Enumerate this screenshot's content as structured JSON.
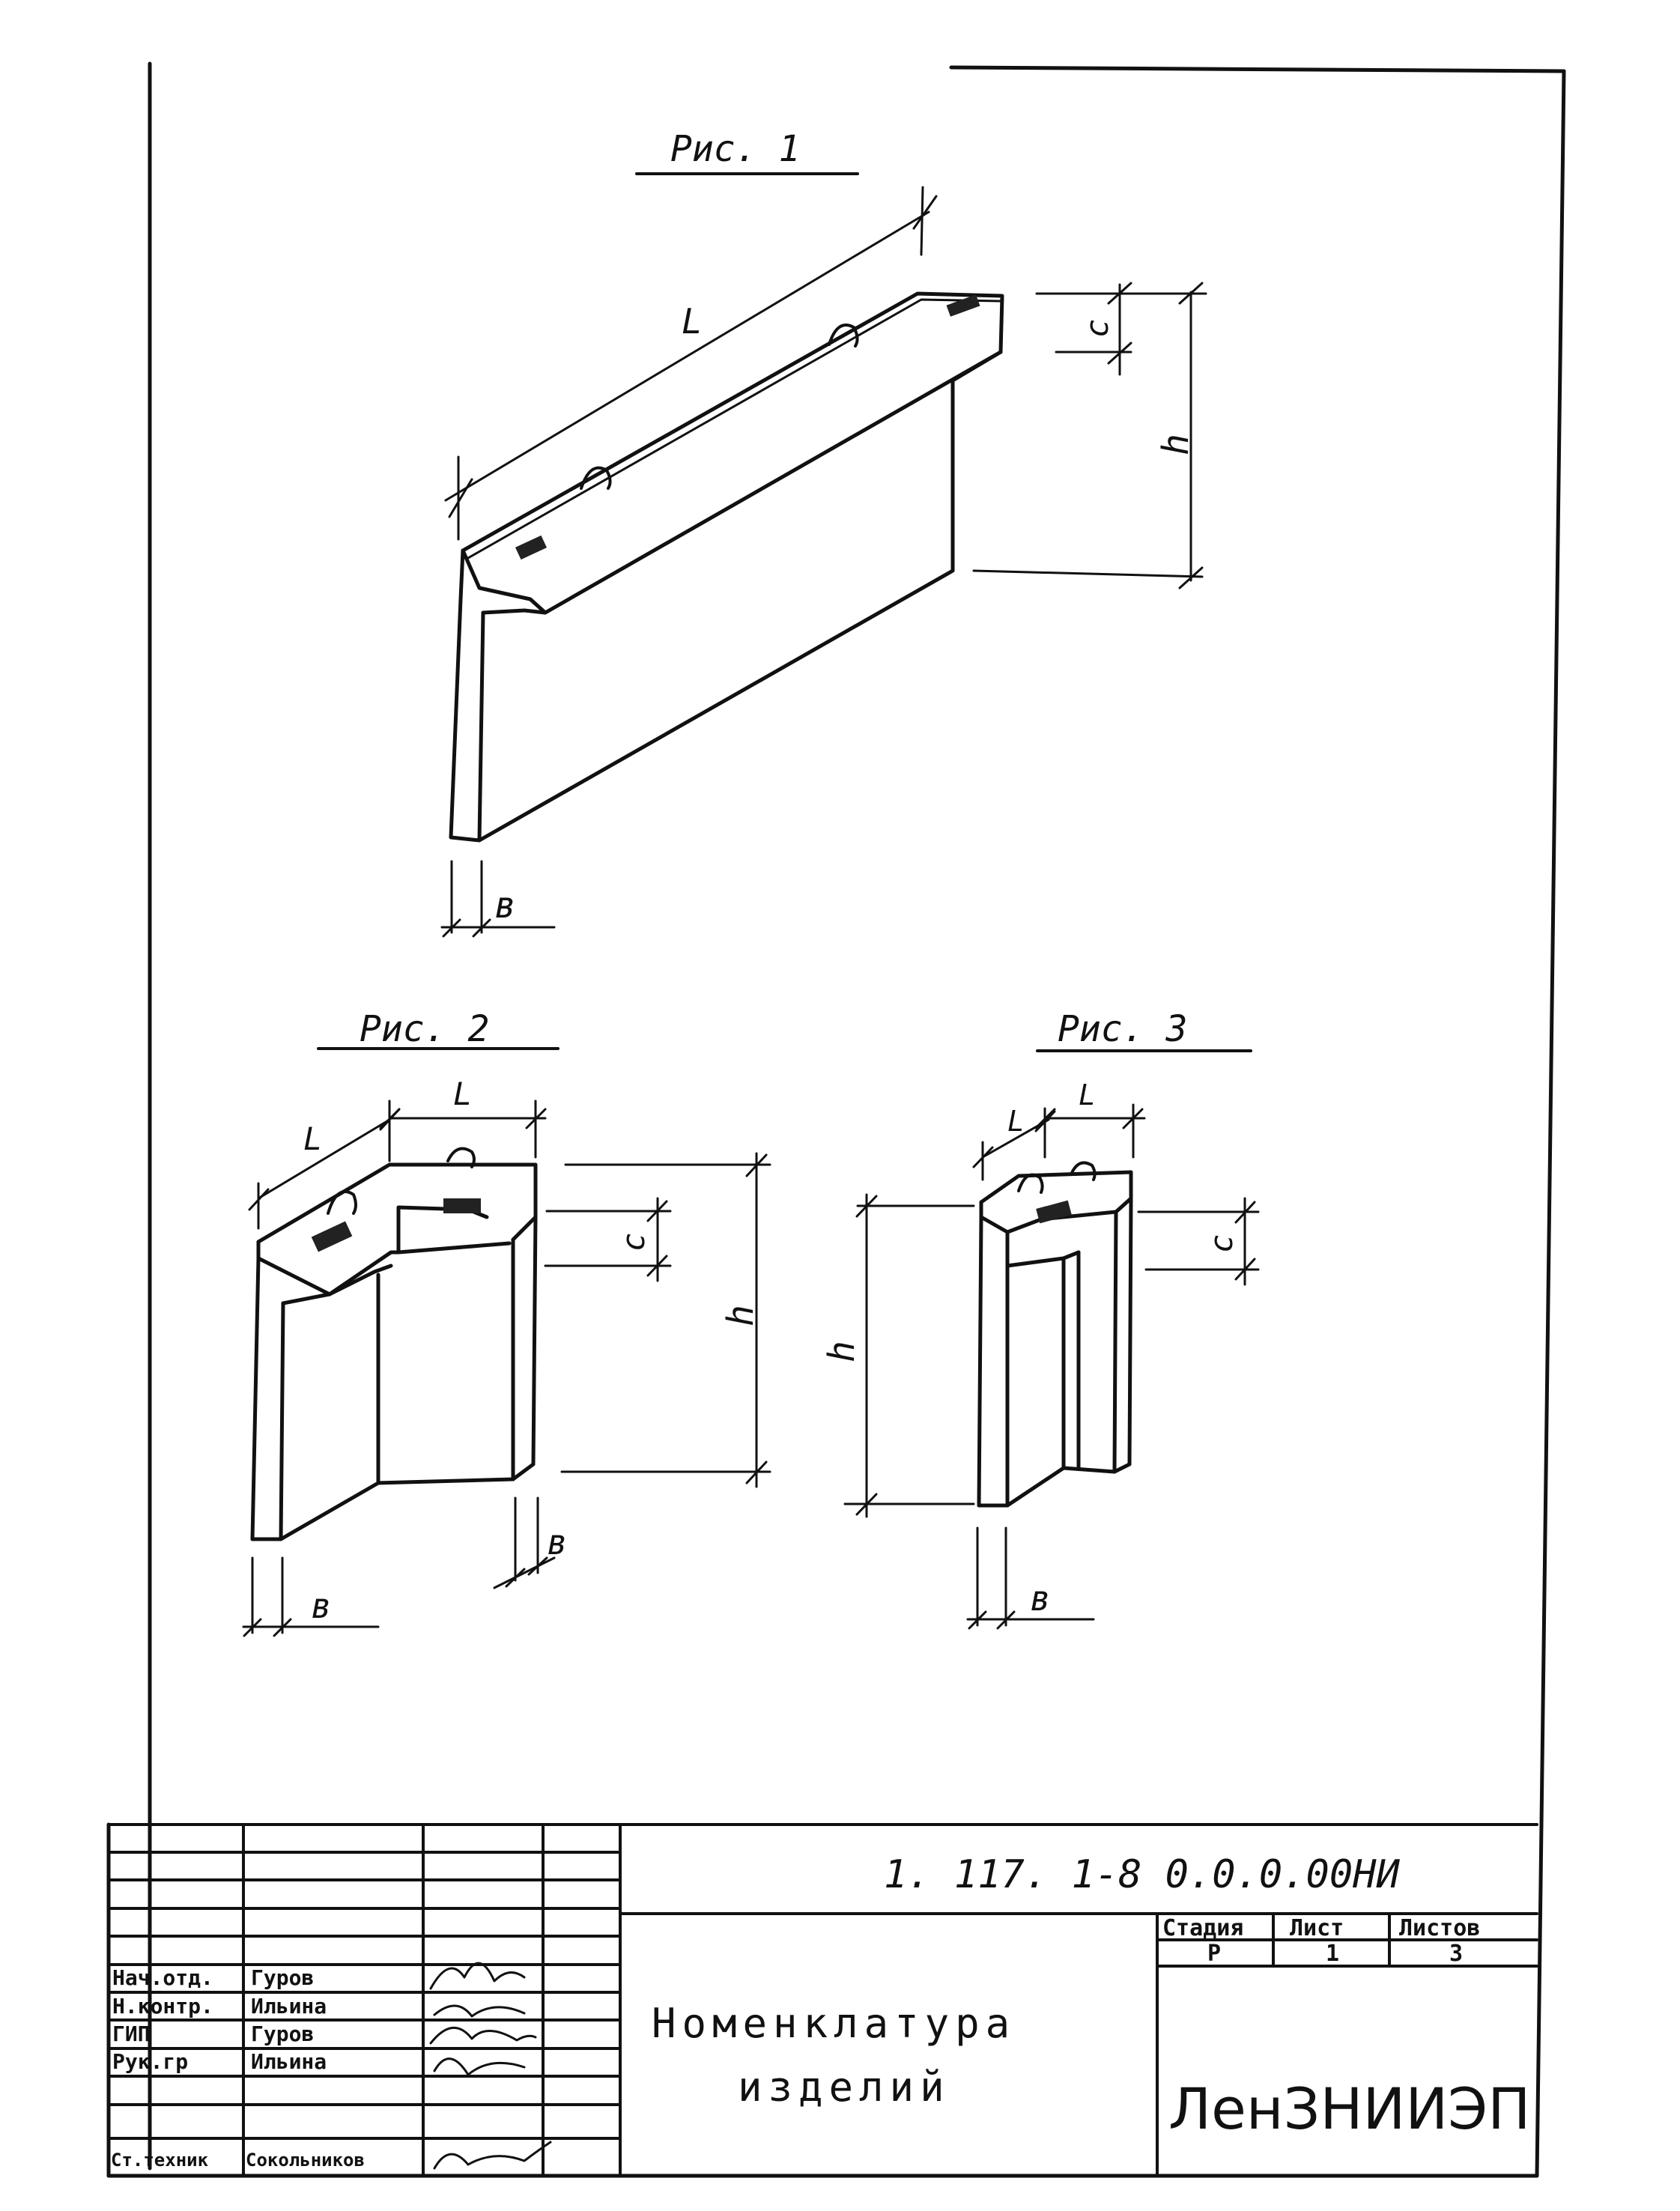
{
  "figures": {
    "fig1": {
      "caption": "Рис. 1",
      "dims": {
        "L": "L",
        "c": "c",
        "h": "h",
        "b": "в"
      }
    },
    "fig2": {
      "caption": "Рис. 2",
      "dims": {
        "L1": "L",
        "L2": "L",
        "c": "c",
        "h": "h",
        "b1": "в",
        "b2": "в"
      }
    },
    "fig3": {
      "caption": "Рис. 3",
      "dims": {
        "L1": "L",
        "L2": "L",
        "c": "c",
        "h": "h",
        "b": "в"
      }
    }
  },
  "title_block": {
    "document_code": "1. 117. 1-8  0.0.0.00НИ",
    "title_line1": "Номенклатура",
    "title_line2": "изделий",
    "headers": {
      "stage": "Стадия",
      "sheet": "Лист",
      "sheets": "Листов"
    },
    "values": {
      "stage": "Р",
      "sheet": "1",
      "sheets": "3"
    },
    "organization": "ЛенЗНИИЭП",
    "signatures": [
      {
        "role": "Нач.отд.",
        "name": "Гуров"
      },
      {
        "role": "Н.контр.",
        "name": "Ильина"
      },
      {
        "role": "ГИП",
        "name": "Гуров"
      },
      {
        "role": "Рук.гр",
        "name": "Ильина"
      },
      {
        "role": "",
        "name": ""
      },
      {
        "role": "Ст.техник",
        "name": "Сокольников"
      }
    ]
  }
}
